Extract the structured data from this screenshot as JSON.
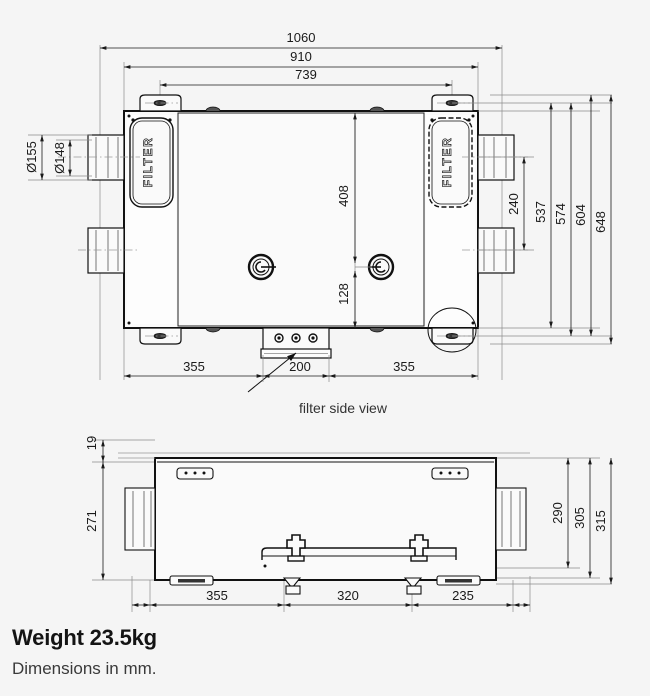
{
  "page": {
    "background_color": "#f5f5f5",
    "line_color": "#111111",
    "dimension_color": "#1a1a1a"
  },
  "footer": {
    "weight_text": "Weight 23.5kg",
    "dimensions_note": "Dimensions in mm."
  },
  "captions": {
    "filter_side_view": "filter side view"
  },
  "labels": {
    "filter_left": "FILTER",
    "filter_right": "FILTER"
  },
  "top_view": {
    "overall_dims": [
      {
        "name": "overall-width",
        "value": "1060"
      },
      {
        "name": "body-width",
        "value": "910"
      },
      {
        "name": "bracket-span",
        "value": "739"
      }
    ],
    "left_dims": [
      {
        "name": "duct-outer-diameter",
        "value": "Ø155"
      },
      {
        "name": "duct-inner-diameter",
        "value": "Ø148"
      }
    ],
    "right_dims": [
      {
        "name": "port-spacing",
        "value": "240"
      },
      {
        "name": "depth-537",
        "value": "537"
      },
      {
        "name": "depth-574",
        "value": "574"
      },
      {
        "name": "depth-604",
        "value": "604"
      },
      {
        "name": "depth-648",
        "value": "648"
      }
    ],
    "center_dims": [
      {
        "name": "drain-offset-top",
        "value": "408"
      },
      {
        "name": "drain-offset-bottom",
        "value": "128"
      }
    ],
    "bottom_dims": [
      {
        "name": "left-segment",
        "value": "355"
      },
      {
        "name": "control-box-width",
        "value": "200"
      },
      {
        "name": "right-segment",
        "value": "355"
      }
    ]
  },
  "side_view": {
    "left_dims": [
      {
        "name": "flange-height",
        "value": "19"
      },
      {
        "name": "body-height",
        "value": "271"
      }
    ],
    "right_dims": [
      {
        "name": "height-290",
        "value": "290"
      },
      {
        "name": "height-305",
        "value": "305"
      },
      {
        "name": "height-315",
        "value": "315"
      }
    ],
    "bottom_dims": [
      {
        "name": "segment-left",
        "value": "355"
      },
      {
        "name": "segment-middle",
        "value": "320"
      },
      {
        "name": "segment-right",
        "value": "235"
      }
    ]
  }
}
